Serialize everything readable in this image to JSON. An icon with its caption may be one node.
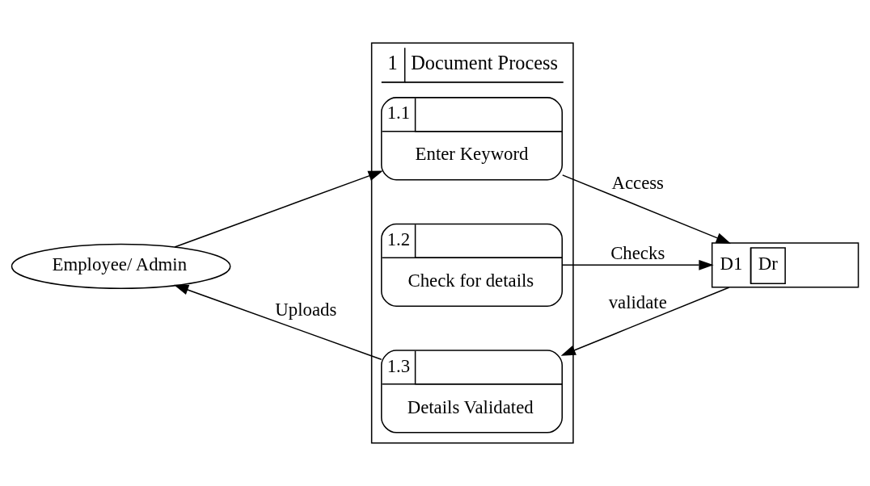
{
  "diagram": {
    "nodes": [
      {
        "text": [
          "Employee/ Admin"
        ]
      },
      {
        "text": [
          "1",
          "Document Process"
        ]
      },
      {
        "text": [
          "1.1",
          "Enter Keyword"
        ],
        "in": 1
      },
      {
        "text": [
          "1.2",
          "Check for details"
        ],
        "in": 1
      },
      {
        "text": [
          "1.3",
          "Details Validated"
        ],
        "in": 1
      },
      {
        "text": [
          "D1",
          "Dr"
        ]
      }
    ],
    "edges": [
      {
        "from": 0,
        "to": 2,
        "arrow": "to"
      },
      {
        "from": 2,
        "to": 5,
        "arrow": "to",
        "label": "Access"
      },
      {
        "from": 3,
        "to": 5,
        "arrow": "to",
        "label": "Checks"
      },
      {
        "from": 5,
        "to": 4,
        "arrow": "to",
        "label": "validate"
      },
      {
        "from": 4,
        "to": 0,
        "arrow": "to",
        "label": "Uploads"
      }
    ]
  }
}
